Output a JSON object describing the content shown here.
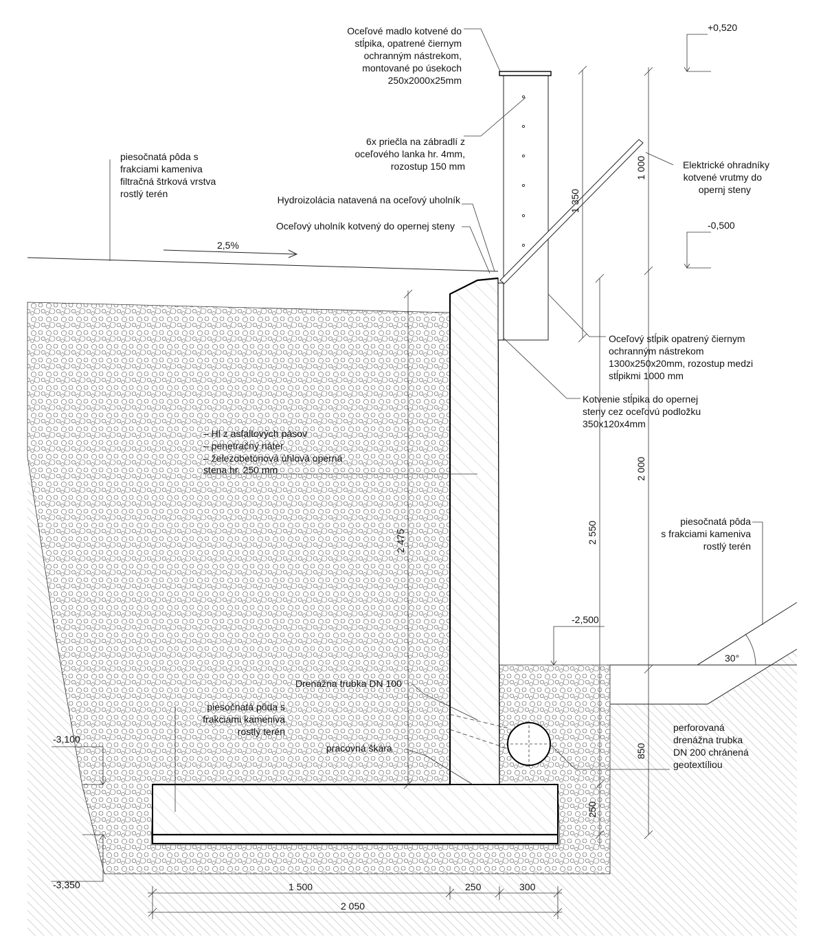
{
  "levels": {
    "top": "+0,520",
    "ground": "-0,500",
    "front_ground": "-2,500",
    "footing_top": "-3,100",
    "footing_bottom": "-3,350"
  },
  "dimensions": {
    "post_height": "1 350",
    "railing_height": "1 000",
    "wall_visible": "2 000",
    "fill_depth": "2 475",
    "wall_total": "2 550",
    "drain_zone": "850",
    "footing_thickness": "250",
    "footing_heel": "1 500",
    "wall_thickness": "250",
    "footing_toe": "300",
    "footing_total": "2 050"
  },
  "slope": "2,5%",
  "angle": "30°",
  "labels": {
    "handrail": [
      "Oceľové madlo kotvené do",
      "stĺpika, opatrené čiernym",
      "ochranným nástrekom,",
      "montované po úsekoch",
      "250x2000x25mm"
    ],
    "crossbars": [
      "6x priečla na zábradlí z",
      "oceľového lanka hr. 4mm,",
      "rozostup 150 mm"
    ],
    "soil_top": [
      "piesočnatá pôda s",
      "frakciami kameniva",
      "filtračná štrková vrstva",
      "rostlý terén"
    ],
    "waterproofing": "Hydroizolácia natavená na oceľový uholník",
    "angle_steel": "Oceľový uholník kotvený do opernej steny",
    "electric_fence": [
      "Elektrické ohradníky",
      "kotvené vrutmy do",
      "opernj steny"
    ],
    "steel_post": [
      "Oceľový stĺpik opatrený čiernym",
      "ochranným nástrekom",
      "1300x250x20mm, rozostup medzi",
      "stĺpikmi 1000 mm"
    ],
    "post_anchor": [
      "Kotvenie stĺpika do opernej",
      "steny cez oceľovú podložku",
      "350x120x4mm"
    ],
    "wall_layers": [
      "– Hl z asfaltových pásov",
      "– penetračný náter",
      "– železobetónová úhlová operná",
      "stena hr. 250 mm"
    ],
    "soil_front": [
      "piesočnatá pôda",
      "s frakciami kameniva",
      "rostlý terén"
    ],
    "drain_100": "Drenážna trubka DN 100",
    "soil_heel": [
      "piesočnatá pôda s",
      "frakciami kameniva",
      "rostlý terén"
    ],
    "joint": "pracovná škára",
    "drain_200": [
      "perforovaná",
      "drenážna trubka",
      "DN 200 chránená",
      "geotextíliou"
    ]
  }
}
